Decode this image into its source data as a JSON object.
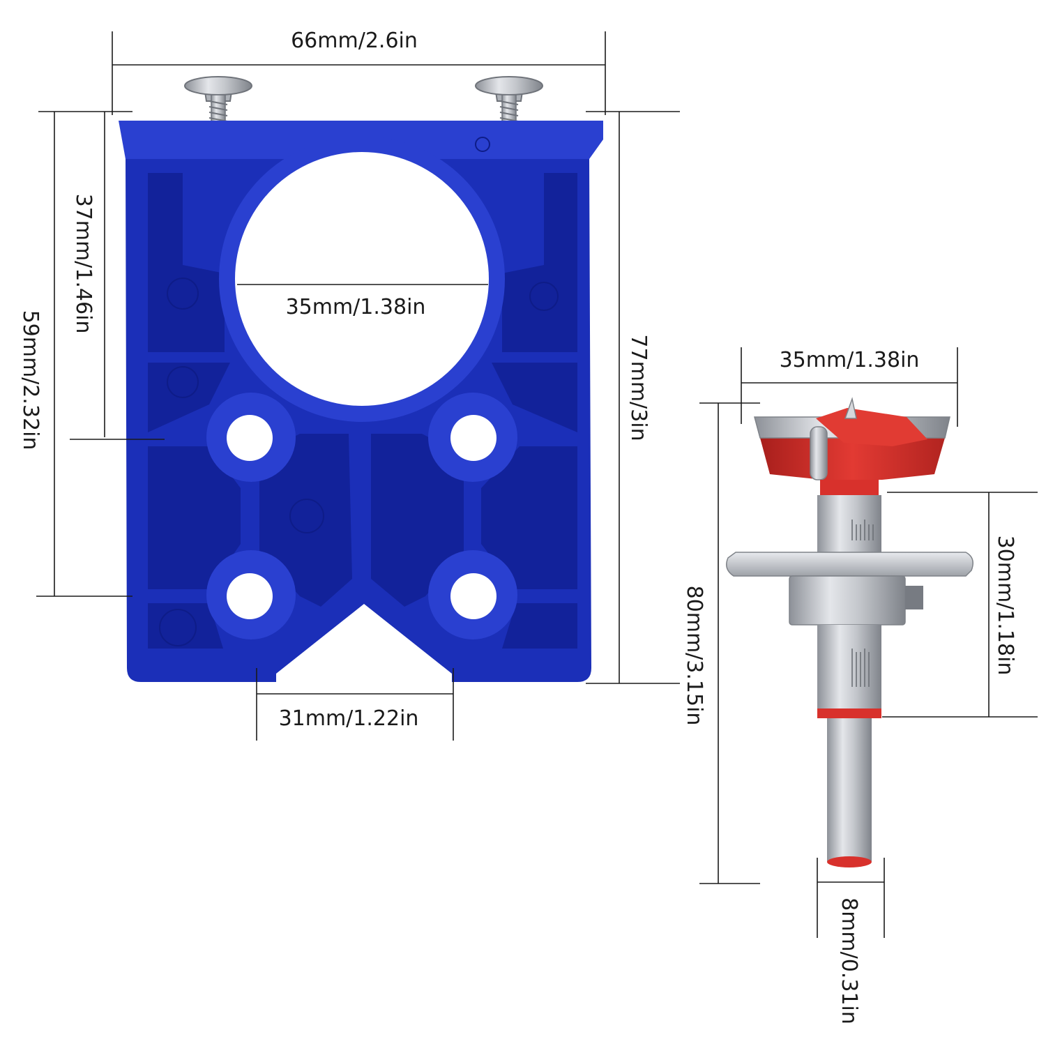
{
  "colors": {
    "jig_blue": "#1b2fb8",
    "jig_blue_dark": "#12229a",
    "jig_blue_light": "#2a40d0",
    "bit_red": "#d8312c",
    "steel": "#b8bcc2",
    "line": "#1a1a1a"
  },
  "jig": {
    "width_label": "66mm/2.6in",
    "center_hole_label": "35mm/1.38in",
    "upper_height_label": "37mm/1.46in",
    "mid_height_label": "59mm/2.32in",
    "total_height_label": "77mm/3in",
    "notch_width_label": "31mm/1.22in"
  },
  "bit": {
    "cutter_diameter_label": "35mm/1.38in",
    "total_length_label": "80mm/3.15in",
    "collar_length_label": "30mm/1.18in",
    "shank_diameter_label": "8mm/0.31in"
  }
}
